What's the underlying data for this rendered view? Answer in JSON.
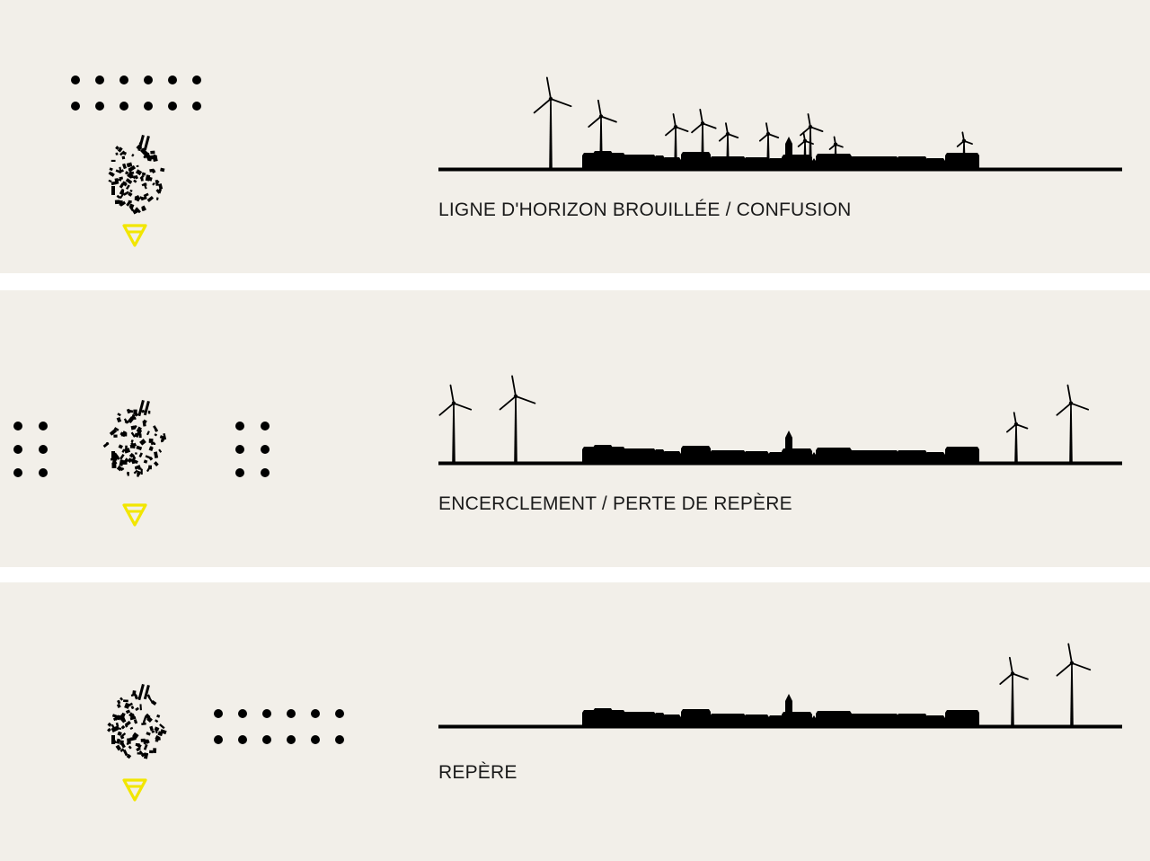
{
  "panels": [
    {
      "caption": "LIGNE D'HORIZON BROUILLÉE / CONFUSION",
      "turbine_arrangement": "scattered among village"
    },
    {
      "caption": "ENCERCLEMENT / PERTE DE REPÈRE",
      "turbine_arrangement": "surrounding village on both sides"
    },
    {
      "caption": "REPÈRE",
      "turbine_arrangement": "grouped to one side"
    }
  ],
  "colors": {
    "background": "#f2efe9",
    "ink": "#000000",
    "observer": "#f2e600"
  },
  "icons": {
    "observer": "observer-eye-icon",
    "turbine": "wind-turbine-icon",
    "village": "village-plan-icon",
    "church": "church-spire-icon"
  }
}
